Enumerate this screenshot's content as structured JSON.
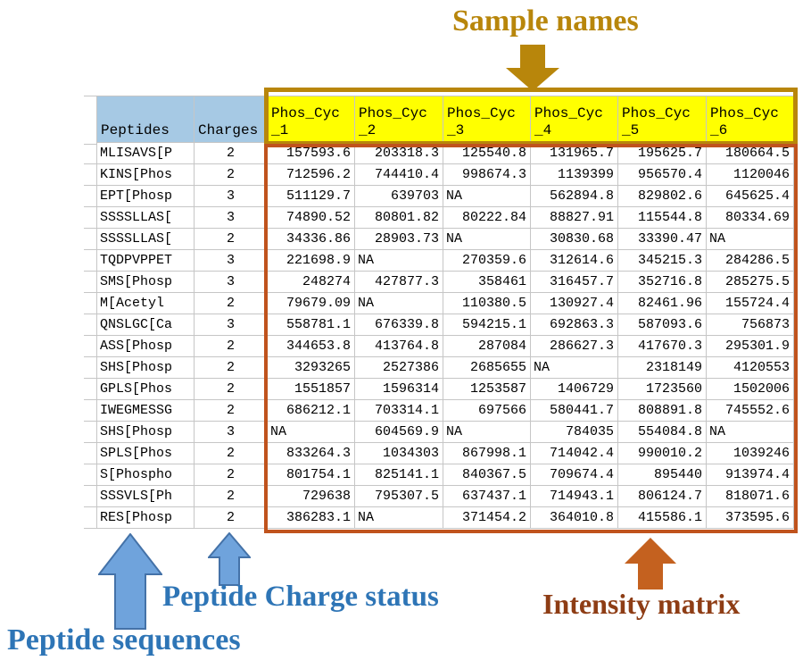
{
  "annotations": {
    "sample_names": "Sample names",
    "peptide_sequences": "Peptide sequences",
    "peptide_charge_status": "Peptide Charge status",
    "intensity_matrix": "Intensity matrix"
  },
  "colors": {
    "row_header_fill": "#a6c9e4",
    "sample_header_fill": "#ffff00",
    "sample_box_border": "#b8860b",
    "matrix_box_border": "#c0531d",
    "annotation_gold": "#b8860b",
    "annotation_blue": "#2e75b6",
    "annotation_brown": "#8e3d15",
    "arrow_blue_fill": "#6fa3dc",
    "arrow_blue_stroke": "#4472a8",
    "arrow_orange_fill": "#c4611f",
    "gridline": "#c6c6c6"
  },
  "table": {
    "peptides_header": "Peptides",
    "charges_header": "Charges",
    "sample_columns": [
      {
        "line1": "Phos_Cyc",
        "line2": "_1"
      },
      {
        "line1": "Phos_Cyc",
        "line2": "_2"
      },
      {
        "line1": "Phos_Cyc",
        "line2": "_3"
      },
      {
        "line1": "Phos_Cyc",
        "line2": "_4"
      },
      {
        "line1": "Phos_Cyc",
        "line2": "_5"
      },
      {
        "line1": "Phos_Cyc",
        "line2": "_6"
      }
    ],
    "rows": [
      {
        "peptide": "MLISAVS[P",
        "charge": "2",
        "values": [
          "157593.6",
          "203318.3",
          "125540.8",
          "131965.7",
          "195625.7",
          "180664.5"
        ]
      },
      {
        "peptide": "KINS[Phos",
        "charge": "2",
        "values": [
          "712596.2",
          "744410.4",
          "998674.3",
          "1139399",
          "956570.4",
          "1120046"
        ]
      },
      {
        "peptide": "EPT[Phosp",
        "charge": "3",
        "values": [
          "511129.7",
          "639703",
          "NA",
          "562894.8",
          "829802.6",
          "645625.4"
        ]
      },
      {
        "peptide": "SSSSLLAS[",
        "charge": "3",
        "values": [
          "74890.52",
          "80801.82",
          "80222.84",
          "88827.91",
          "115544.8",
          "80334.69"
        ]
      },
      {
        "peptide": "SSSSLLAS[",
        "charge": "2",
        "values": [
          "34336.86",
          "28903.73",
          "NA",
          "30830.68",
          "33390.47",
          "NA"
        ]
      },
      {
        "peptide": "TQDPVPPET",
        "charge": "3",
        "values": [
          "221698.9",
          "NA",
          "270359.6",
          "312614.6",
          "345215.3",
          "284286.5"
        ]
      },
      {
        "peptide": "SMS[Phosp",
        "charge": "3",
        "values": [
          "248274",
          "427877.3",
          "358461",
          "316457.7",
          "352716.8",
          "285275.5"
        ]
      },
      {
        "peptide": "M[Acetyl",
        "charge": "2",
        "values": [
          "79679.09",
          "NA",
          "110380.5",
          "130927.4",
          "82461.96",
          "155724.4"
        ]
      },
      {
        "peptide": "QNSLGC[Ca",
        "charge": "3",
        "values": [
          "558781.1",
          "676339.8",
          "594215.1",
          "692863.3",
          "587093.6",
          "756873"
        ]
      },
      {
        "peptide": "ASS[Phosp",
        "charge": "2",
        "values": [
          "344653.8",
          "413764.8",
          "287084",
          "286627.3",
          "417670.3",
          "295301.9"
        ]
      },
      {
        "peptide": "SHS[Phosp",
        "charge": "2",
        "values": [
          "3293265",
          "2527386",
          "2685655",
          "NA",
          "2318149",
          "4120553"
        ]
      },
      {
        "peptide": "GPLS[Phos",
        "charge": "2",
        "values": [
          "1551857",
          "1596314",
          "1253587",
          "1406729",
          "1723560",
          "1502006"
        ]
      },
      {
        "peptide": "IWEGMESSG",
        "charge": "2",
        "values": [
          "686212.1",
          "703314.1",
          "697566",
          "580441.7",
          "808891.8",
          "745552.6"
        ]
      },
      {
        "peptide": "SHS[Phosp",
        "charge": "3",
        "values": [
          "NA",
          "604569.9",
          "NA",
          "784035",
          "554084.8",
          "NA"
        ]
      },
      {
        "peptide": "SPLS[Phos",
        "charge": "2",
        "values": [
          "833264.3",
          "1034303",
          "867998.1",
          "714042.4",
          "990010.2",
          "1039246"
        ]
      },
      {
        "peptide": "S[Phospho",
        "charge": "2",
        "values": [
          "801754.1",
          "825141.1",
          "840367.5",
          "709674.4",
          "895440",
          "913974.4"
        ]
      },
      {
        "peptide": "SSSVLS[Ph",
        "charge": "2",
        "values": [
          "729638",
          "795307.5",
          "637437.1",
          "714943.1",
          "806124.7",
          "818071.6"
        ]
      },
      {
        "peptide": "RES[Phosp",
        "charge": "2",
        "values": [
          "386283.1",
          "NA",
          "371454.2",
          "364010.8",
          "415586.1",
          "373595.6"
        ]
      }
    ]
  }
}
